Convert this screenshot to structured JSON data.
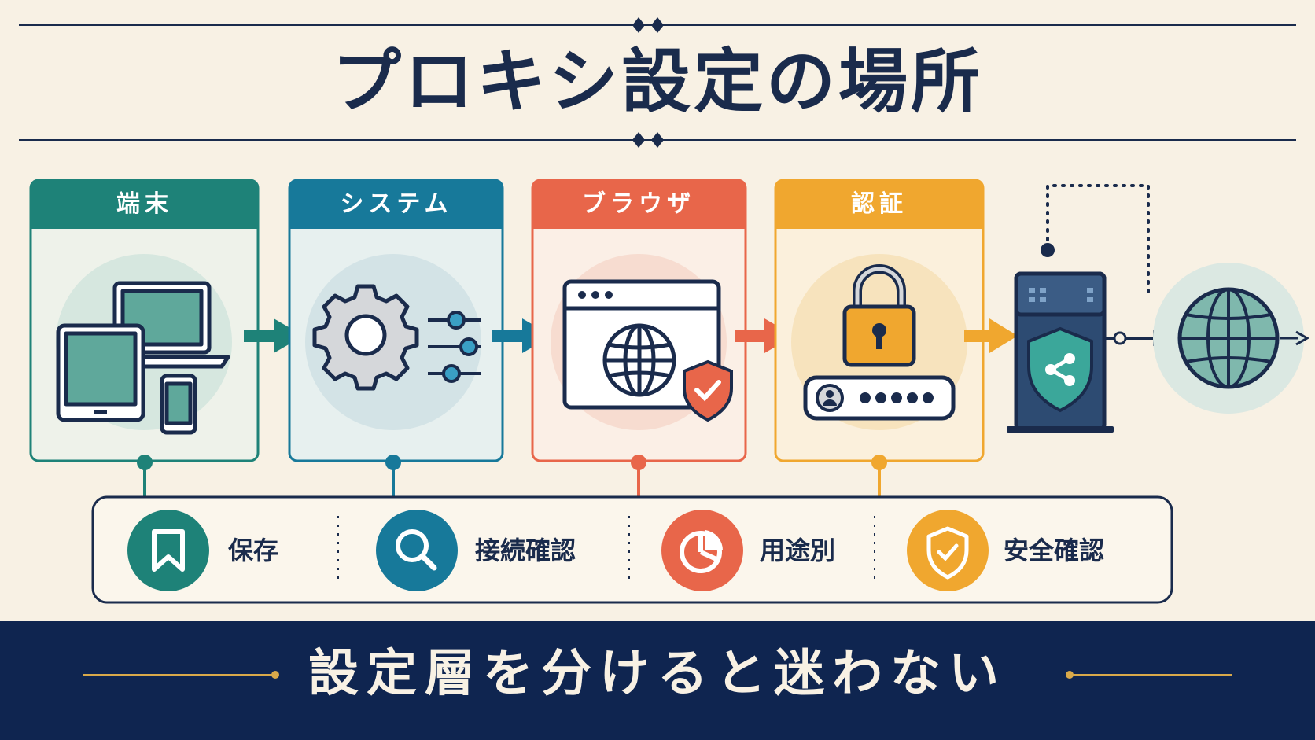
{
  "title": "プロキシ設定の場所",
  "cards": [
    {
      "label": "端末",
      "color": "#1e8278",
      "icon": "devices-icon"
    },
    {
      "label": "システム",
      "color": "#17799a",
      "icon": "gear-sliders-icon"
    },
    {
      "label": "ブラウザ",
      "color": "#e8664a",
      "icon": "browser-globe-icon"
    },
    {
      "label": "認証",
      "color": "#f0a72f",
      "icon": "lock-password-icon"
    }
  ],
  "proxy": {
    "icon": "proxy-server-icon"
  },
  "internet": {
    "icon": "globe-icon"
  },
  "legend": [
    {
      "label": "保存",
      "color": "#1e8278",
      "icon": "bookmark-icon"
    },
    {
      "label": "接続確認",
      "color": "#17799a",
      "icon": "search-icon"
    },
    {
      "label": "用途別",
      "color": "#e8664a",
      "icon": "pie-chart-icon"
    },
    {
      "label": "安全確認",
      "color": "#f0a72f",
      "icon": "shield-check-icon"
    }
  ],
  "footer": {
    "text": "設定層を分けると迷わない",
    "background": "#0f2550"
  },
  "colors": {
    "navy": "#1a2b4c",
    "background": "#f8f1e4",
    "gold": "#d9a94a"
  }
}
